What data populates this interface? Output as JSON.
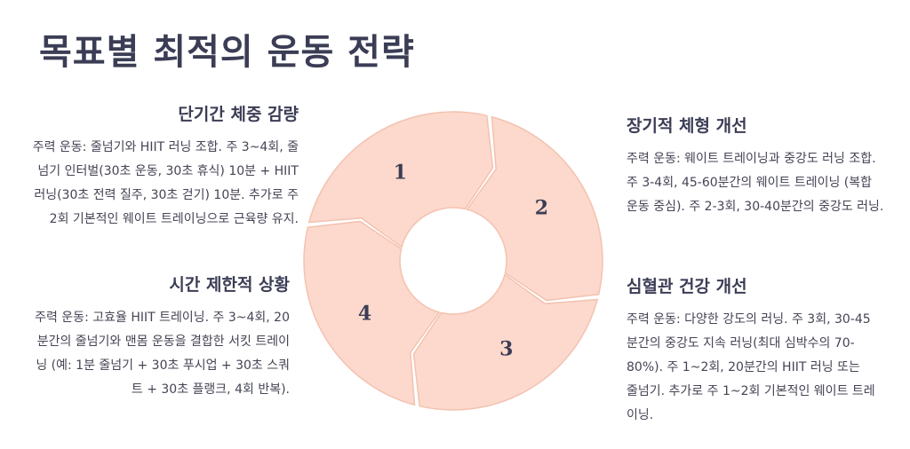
{
  "title": "목표별 최적의 운동 전략",
  "steps": [
    {
      "number": "1",
      "heading": "단기간 체중 감량",
      "body": "주력 운동: 줄넘기와 HIIT 러닝 조합. 주 3~4회, 줄넘기 인터벌(30초 운동, 30초 휴식) 10분 + HIIT 러닝(30초 전력 질주, 30초 걷기) 10분. 추가로 주 2회 기본적인 웨이트 트레이닝으로 근육량 유지."
    },
    {
      "number": "2",
      "heading": "장기적 체형 개선",
      "body": "주력 운동: 웨이트 트레이닝과 중강도 러닝 조합. 주 3-4회, 45-60분간의 웨이트 트레이닝 (복합 운동 중심). 주 2-3회, 30-40분간의 중강도 러닝."
    },
    {
      "number": "3",
      "heading": "심혈관 건강 개선",
      "body": "주력 운동: 다양한 강도의 러닝. 주 3회, 30-45분간의 중강도 지속 러닝(최대 심박수의 70-80%). 주 1~2회, 20분간의 HIIT 러닝 또는 줄넘기. 추가로 주 1~2회 기본적인 웨이트 트레이닝."
    },
    {
      "number": "4",
      "heading": "시간 제한적 상황",
      "body": "주력 운동: 고효율 HIIT 트레이닝. 주 3~4회, 20분간의 줄넘기와 맨몸 운동을 결합한 서킷 트레이닝 (예: 1분 줄넘기 + 30초 푸시업 + 30초 스쿼트 + 30초 플랭크, 4회 반복)."
    }
  ],
  "colors": {
    "segment_fill": "#fcd9cc",
    "segment_stroke": "#f3c2b0",
    "title": "#3b3d55"
  }
}
